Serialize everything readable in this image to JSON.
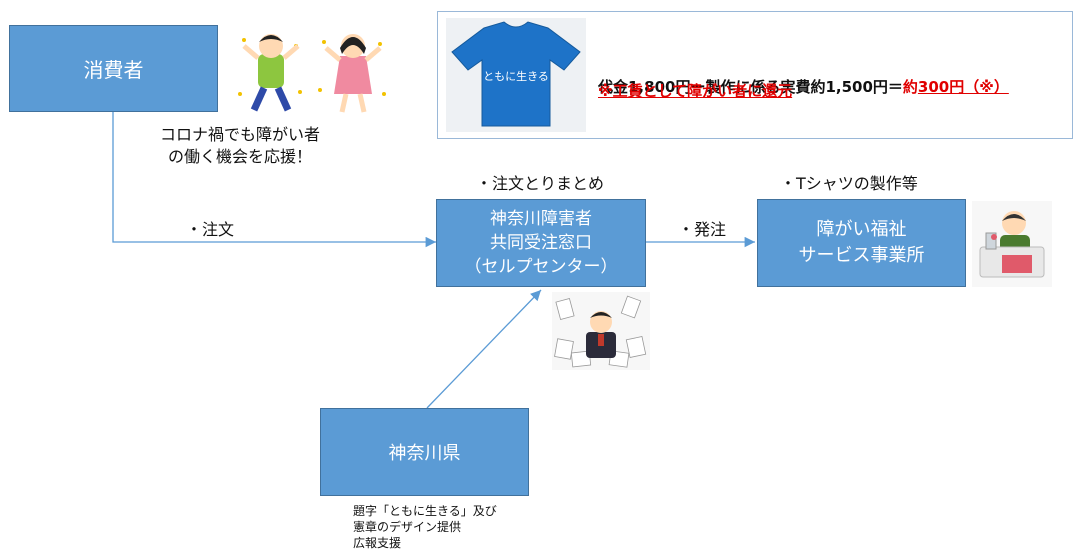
{
  "consumer": {
    "label": "消費者"
  },
  "consumer_note": "コロナ禍でも障がい者\nの働く機会を応援！",
  "order_label": "・注文",
  "center": {
    "label": "神奈川障害者\n共同受注窓口\n（セルプセンター）",
    "task": "・注文とりまとめ"
  },
  "hatchu_label": "・発注",
  "welfare": {
    "label": "障がい福祉\nサービス事業所",
    "task": "・Tシャツの製作等"
  },
  "prefecture": {
    "label": "神奈川県",
    "support": "題字「ともに生きる」及び\n憲章のデザイン提供\n広報支援"
  },
  "price_box": {
    "shirt_text": "ともに生きる",
    "line1_prefix": "代金1,800円ー製作に係る実費約1,500円＝",
    "line1_yaku": "約",
    "line1_amount": "300円（※）",
    "line2": "※工賃として障がい者に還元"
  },
  "icons": {
    "consumer_pictures": "cheering-children-icon",
    "center_picture": "busy-worker-icon",
    "welfare_picture": "sewing-worker-icon",
    "shirt_picture": "tshirt-icon"
  },
  "colors": {
    "box_fill": "#5b9bd5",
    "line": "#5b9bd5",
    "highlight": "#e00000"
  }
}
